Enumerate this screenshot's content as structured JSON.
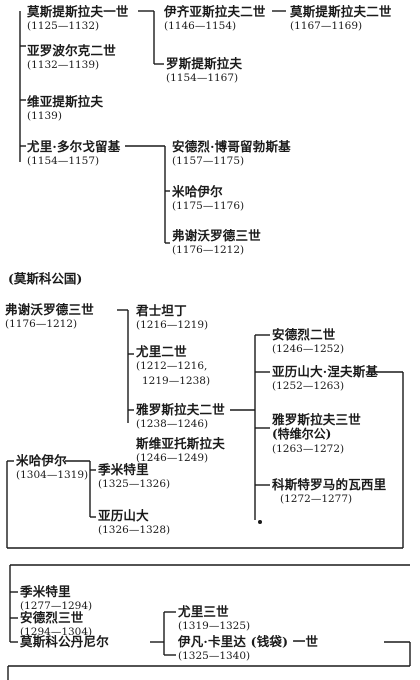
{
  "section_label": "(莫斯科公国)",
  "people": {
    "p1": {
      "name": "莫斯提斯拉夫一世",
      "years": "(1125—1132)"
    },
    "p2": {
      "name": "伊齐亚斯拉夫二世",
      "years": "(1146—1154)"
    },
    "p3": {
      "name": "莫斯提斯拉夫二世",
      "years": "(1167—1169)"
    },
    "p4": {
      "name": "亚罗波尔克二世",
      "years": "(1132—1139)"
    },
    "p5": {
      "name": "罗斯提斯拉夫",
      "years": "(1154—1167)"
    },
    "p6": {
      "name": "维亚提斯拉夫",
      "years": "(1139)"
    },
    "p7": {
      "name": "尤里·多尔戈留基",
      "years": "(1154—1157)"
    },
    "p8": {
      "name": "安德烈·博哥留勃斯基",
      "years": "(1157—1175)"
    },
    "p9": {
      "name": "米哈伊尔",
      "years": "(1175—1176)"
    },
    "p10": {
      "name": "弗谢沃罗德三世",
      "years": "(1176—1212)"
    },
    "q1": {
      "name": "弗谢沃罗德三世",
      "years": "(1176—1212)"
    },
    "q2": {
      "name": "君士坦丁",
      "years": "(1216—1219)"
    },
    "q3": {
      "name": "尤里二世",
      "years": "(1212—1216,",
      "years2": "1219—1238)"
    },
    "q4": {
      "name": "雅罗斯拉夫二世",
      "years": "(1238—1246)"
    },
    "q5": {
      "name": "斯维亚托斯拉夫",
      "years": "(1246—1249)"
    },
    "q6": {
      "name": "安德烈二世",
      "years": "(1246—1252)"
    },
    "q7": {
      "name": "亚历山大·涅夫斯基",
      "years": "(1252—1263)"
    },
    "q8": {
      "name": "雅罗斯拉夫三世",
      "years": "(特维尔公)",
      "years2": "(1263—1272)"
    },
    "q9": {
      "name": "科斯特罗马的瓦西里",
      "years": "(1272—1277)"
    },
    "q10": {
      "name": "米哈伊尔",
      "years": "(1304—1319)"
    },
    "q11": {
      "name": "季米特里",
      "years": "(1325—1326)"
    },
    "q12": {
      "name": "亚历山大",
      "years": "(1326—1328)"
    },
    "r1": {
      "name": "季米特里",
      "years": "(1277—1294)"
    },
    "r2": {
      "name": "安德烈三世",
      "years": "(1294—1304)"
    },
    "r3": {
      "name": "莫斯科公丹尼尔"
    },
    "r4": {
      "name": "尤里三世",
      "years": "(1319—1325)"
    },
    "r5": {
      "name": "伊凡·卡里达 (钱袋) 一世",
      "years": "(1325—1340)"
    }
  }
}
